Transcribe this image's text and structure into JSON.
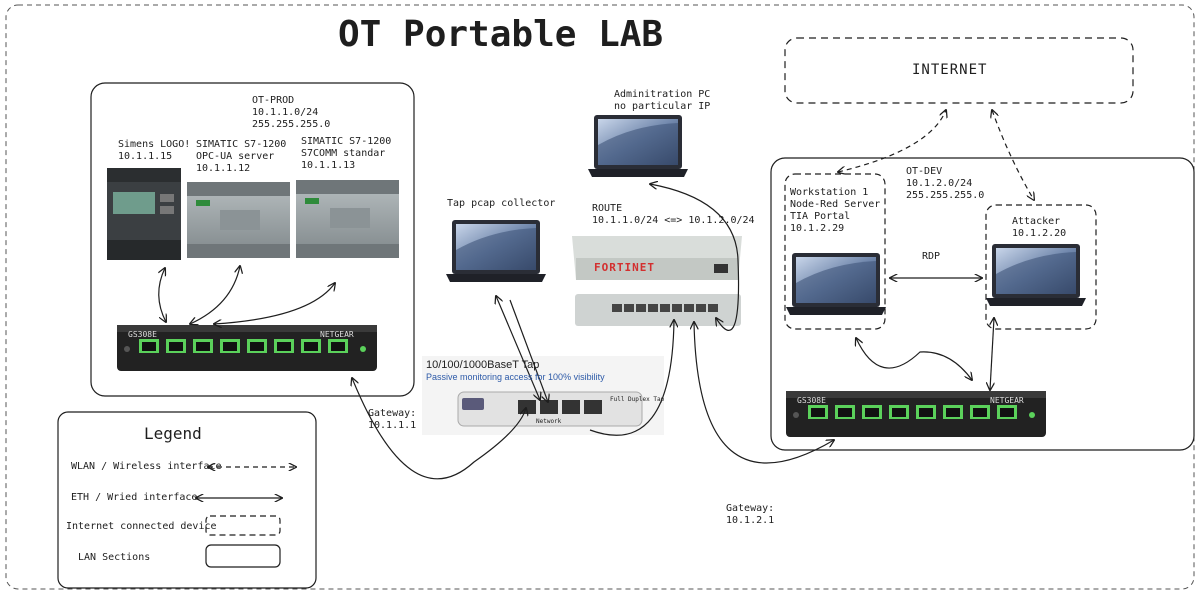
{
  "title": "OT Portable LAB",
  "internet": {
    "label": "INTERNET"
  },
  "ot_prod": {
    "name": "OT-PROD",
    "subnet": "10.1.1.0/24",
    "mask": "255.255.255.0",
    "gateway_label": "Gateway:",
    "gateway_ip": "10.1.1.1",
    "devices": [
      {
        "name": "Simens LOGO!",
        "line2": "",
        "ip": "10.1.1.15"
      },
      {
        "name": "SIMATIC S7-1200",
        "line2": "OPC-UA server",
        "ip": "10.1.1.12"
      },
      {
        "name": "SIMATIC S7-1200",
        "line2": "S7COMM standar",
        "ip": "10.1.1.13"
      }
    ],
    "switch_brand": "NETGEAR",
    "switch_model": "GS308E"
  },
  "admin_pc": {
    "line1": "Adminitration PC",
    "line2": "no particular IP"
  },
  "tap_collector": {
    "label": "Tap pcap collector"
  },
  "router": {
    "label": "ROUTE",
    "routes": "10.1.1.0/24 <=> 10.1.2.0/24",
    "brand": "FORTINET"
  },
  "tap": {
    "title": "10/100/1000BaseT Tap",
    "subtitle": "Passive monitoring access for 100% visibility",
    "port_label": "Network",
    "side_label": "Full Duplex Tap"
  },
  "ot_dev": {
    "name": "OT-DEV",
    "subnet": "10.1.2.0/24",
    "mask": "255.255.255.0",
    "gateway_label": "Gateway:",
    "gateway_ip": "10.1.2.1",
    "workstation": {
      "line1": "Workstation 1",
      "line2": "Node-Red Server",
      "line3": "TIA Portal",
      "ip": "10.1.2.29"
    },
    "attacker": {
      "line1": "Attacker",
      "ip": "10.1.2.20"
    },
    "link_label": "RDP",
    "switch_brand": "NETGEAR",
    "switch_model": "GS308E"
  },
  "legend": {
    "title": "Legend",
    "items": [
      "WLAN / Wireless interface",
      "ETH / Wried interface",
      "Internet connected device",
      "LAN Sections"
    ]
  },
  "colors": {
    "ink": "#1e1e1e",
    "paper": "#ffffff",
    "laptop": "#2a2d36",
    "screen": "#8ea3c4",
    "plc": "#9aa3a6",
    "switch": "#222222",
    "port_green": "#5bd15b",
    "fortinet_red": "#d32f2f"
  }
}
